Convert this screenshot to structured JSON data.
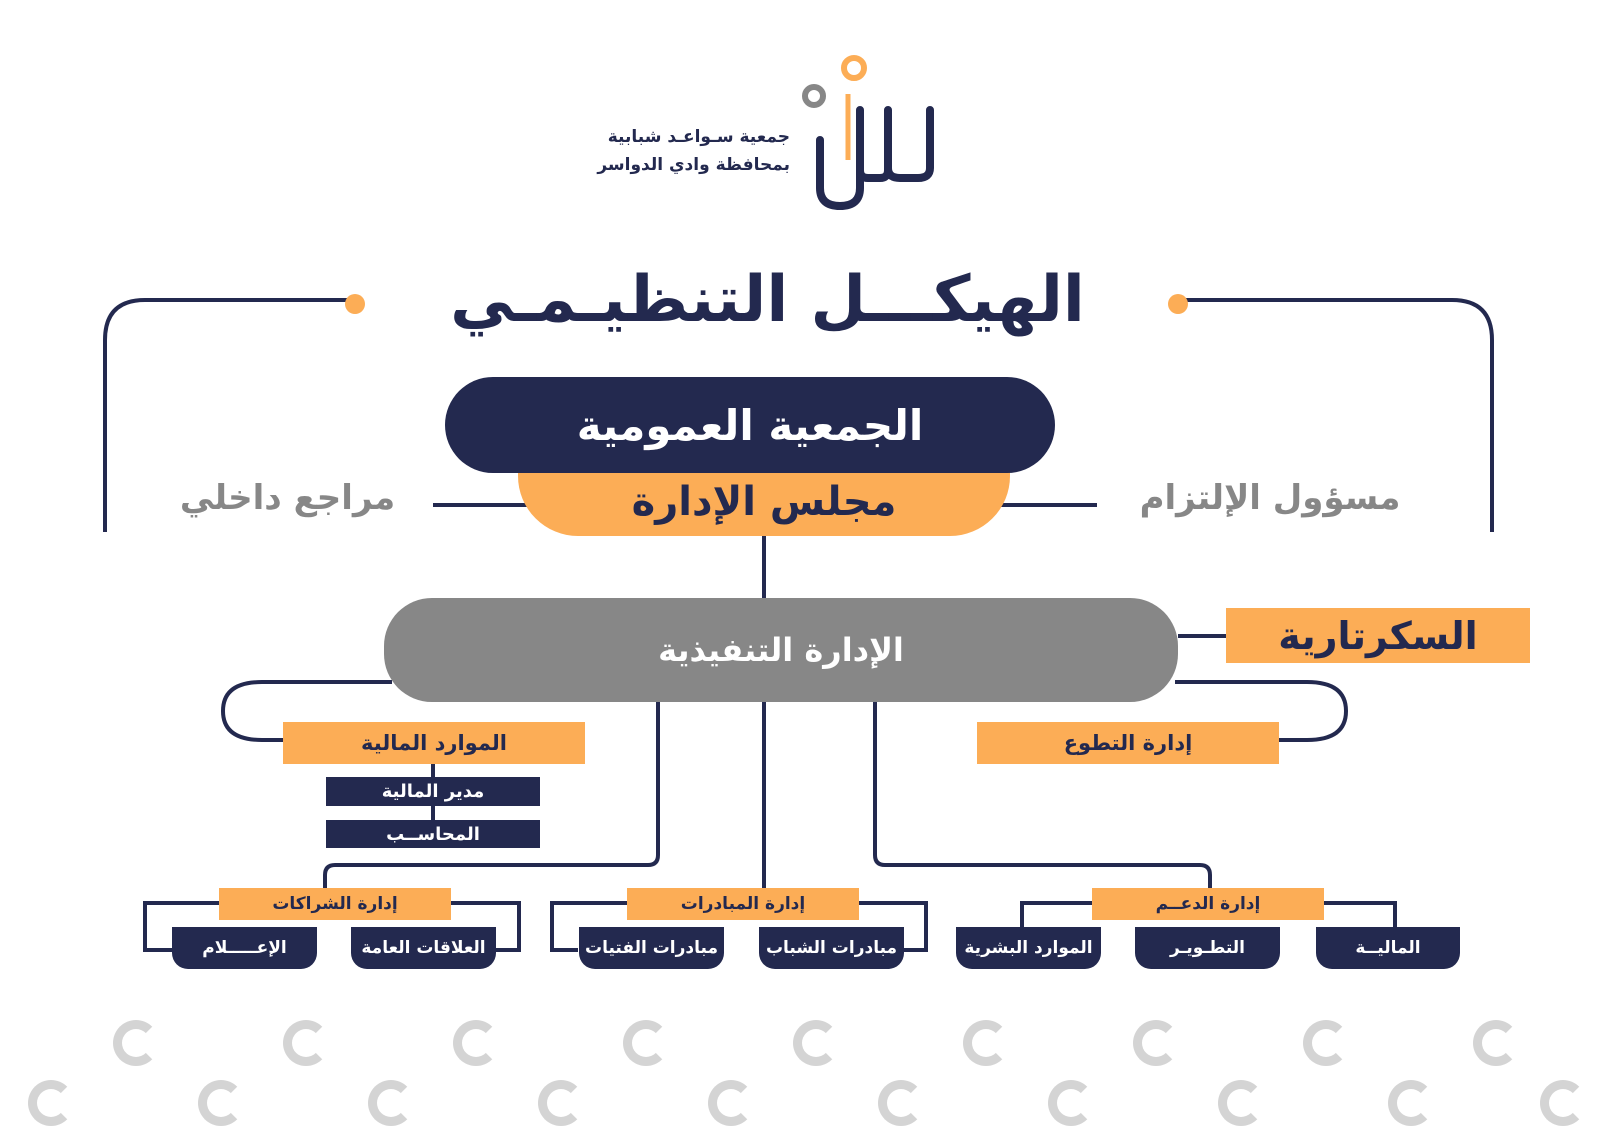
{
  "logo": {
    "line1": "جمعية سـواعـد شبابية",
    "line2": "بمحافظة وادي الدواسر",
    "colors": {
      "navy": "#23294f",
      "orange": "#fcad56"
    }
  },
  "title": "الهيكـــل التنظيـمـي",
  "top": {
    "general_assembly": "الجمعية العمومية",
    "board": "مجلس الإدارة",
    "internal_auditor": "مراجع داخلي",
    "compliance_officer": "مسؤول الإلتزام"
  },
  "executive": "الإدارة التنفيذية",
  "secretariat": "السكرتارية",
  "departments": {
    "financial_resources": "الموارد المالية",
    "finance_manager": "مدير المالية",
    "accountant": "المحاســب",
    "volunteering": "إدارة التطوع"
  },
  "branches": {
    "partnerships": {
      "label": "إدارة الشراكات",
      "children": [
        "العلاقات العامة",
        "الإعـــــلام"
      ]
    },
    "initiatives": {
      "label": "إدارة المبادرات",
      "children": [
        "مبادرات الشباب",
        "مبادرات الفتيات"
      ]
    },
    "support": {
      "label": "إدارة الدعــم",
      "children": [
        "الماليــة",
        "التطـويـر",
        "الموارد البشرية"
      ]
    }
  },
  "colors": {
    "navy": "#23294f",
    "orange": "#fcad56",
    "gray": "#878787"
  }
}
